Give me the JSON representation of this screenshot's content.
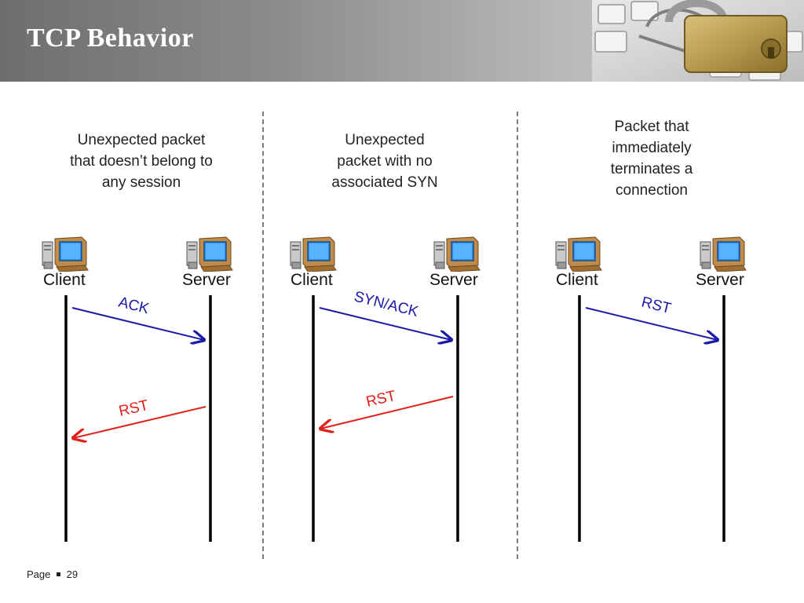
{
  "slide": {
    "title": "TCP Behavior",
    "footer_page_label": "Page",
    "footer_page_number": "29"
  },
  "panels": [
    {
      "caption": [
        "Unexpected packet",
        "that doesn’t belong to",
        "any session"
      ],
      "client_label": "Client",
      "server_label": "Server",
      "messages": [
        {
          "label": "ACK",
          "direction": "client-to-server",
          "color": "#1a1aa6"
        },
        {
          "label": "RST",
          "direction": "server-to-client",
          "color": "#e0201a"
        }
      ]
    },
    {
      "caption": [
        "Unexpected",
        "packet with no",
        "associated SYN"
      ],
      "client_label": "Client",
      "server_label": "Server",
      "messages": [
        {
          "label": "SYN/ACK",
          "direction": "client-to-server",
          "color": "#1a1aa6"
        },
        {
          "label": "RST",
          "direction": "server-to-client",
          "color": "#e0201a"
        }
      ]
    },
    {
      "caption": [
        "Packet that",
        "immediately",
        "terminates a",
        "connection"
      ],
      "client_label": "Client",
      "server_label": "Server",
      "messages": [
        {
          "label": "RST",
          "direction": "client-to-server",
          "color": "#1a1aa6"
        }
      ]
    }
  ],
  "icons": {
    "computer": "computer-icon",
    "header_image": "padlock-and-keys-image",
    "bullet": "square-bullet-icon"
  }
}
